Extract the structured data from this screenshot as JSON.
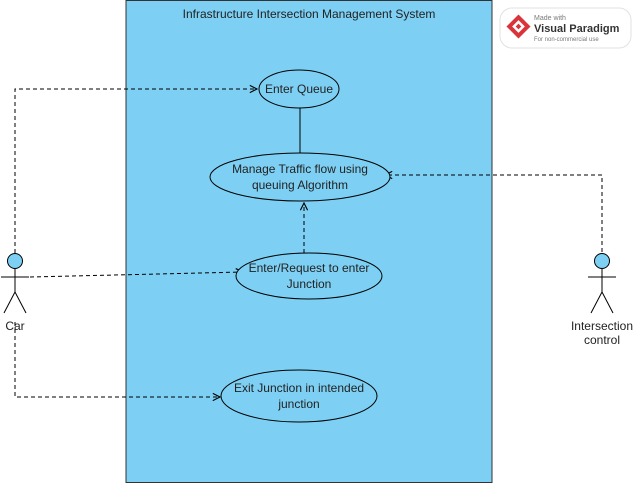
{
  "system": {
    "title": "Infrastructure Intersection Management System",
    "fill": "#7dd0f4"
  },
  "actors": {
    "car": {
      "label": "Car"
    },
    "control": {
      "label_line1": "Intersection",
      "label_line2": "control"
    }
  },
  "use_cases": {
    "enter_queue": {
      "line1": "Enter Queue"
    },
    "manage_traffic": {
      "line1": "Manage Traffic flow using",
      "line2": "queuing Algorithm"
    },
    "enter_junction": {
      "line1": "Enter/Request to enter",
      "line2": "Junction"
    },
    "exit_junction": {
      "line1": "Exit Junction in intended",
      "line2": "junction"
    }
  },
  "watermark": {
    "made_with": "Made with",
    "brand": "Visual Paradigm",
    "sub": "For non-commercial use",
    "accent": "#d9343a"
  }
}
